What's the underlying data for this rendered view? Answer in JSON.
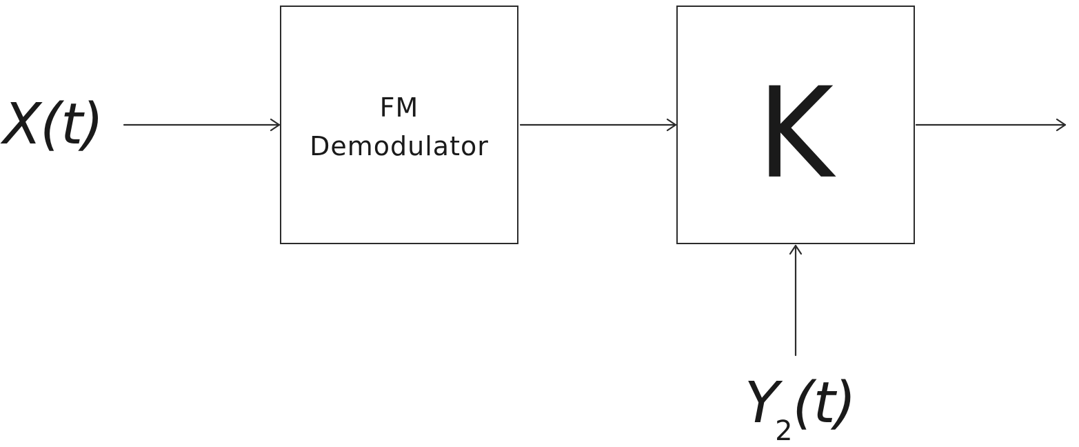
{
  "diagram": {
    "input_signal": {
      "text": "X(t)"
    },
    "demodulator_block": {
      "line1": "FM",
      "line2": "Demodulator"
    },
    "gain_block": {
      "label": "K"
    },
    "control_signal": {
      "base": "Y",
      "subscript": "2",
      "suffix": "(t)"
    },
    "colors": {
      "stroke": "#2b2b2b",
      "text": "#1a1a1a",
      "background": "#ffffff"
    }
  }
}
